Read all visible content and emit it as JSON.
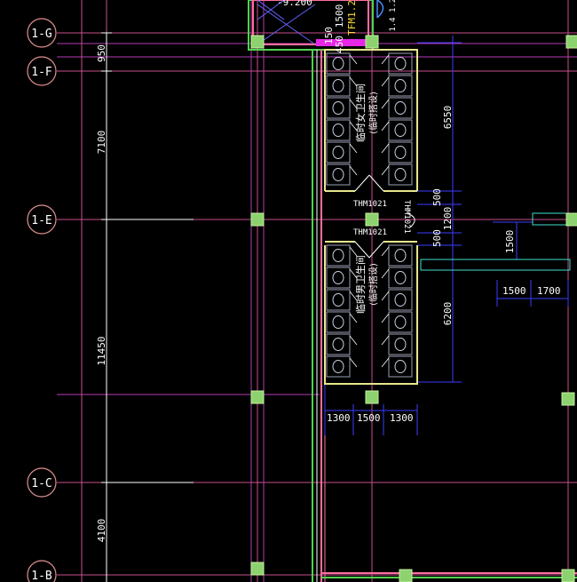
{
  "axes": [
    {
      "id": "1-G",
      "label": "1-G"
    },
    {
      "id": "1-F",
      "label": "1-F"
    },
    {
      "id": "1-E",
      "label": "1-E"
    },
    {
      "id": "1-C",
      "label": "1-C"
    },
    {
      "id": "1-B",
      "label": "1-B"
    }
  ],
  "left_dimensions": [
    "950",
    "7100",
    "11450",
    "4100"
  ],
  "top_labels": {
    "elevation": "-9.200",
    "dim_1500": "1500",
    "dim_450": "450",
    "dim_150": "150",
    "door_tag": "TFM1.2",
    "tag_small": "1.4 1.2-"
  },
  "rooms": {
    "female": {
      "name": "临时女卫生间",
      "note": "(临时搭设)"
    },
    "male": {
      "name": "临时男卫生间",
      "note": "(临时搭设)"
    }
  },
  "doors": {
    "door_upper": "THM1021",
    "door_lower": "THM1021",
    "door_side": "THM1021"
  },
  "right_dimensions": {
    "upper": "6550",
    "mid_500_a": "500",
    "mid_1200": "1200",
    "mid_500_b": "500",
    "lower": "6200",
    "side_1500": "1500"
  },
  "bottom_dimensions": [
    "1300",
    "1500",
    "1300"
  ],
  "right_bottom_dimensions": [
    "1500",
    "1700"
  ],
  "colors": {
    "background": "#000000",
    "grid_magenta": "#d23cd2",
    "column_green": "#8cd26e",
    "wall_yellow": "#e6e68c",
    "dim_blue": "#3c3cff",
    "cyan": "#40e0d0",
    "pink_wall": "#ff6ea0"
  }
}
